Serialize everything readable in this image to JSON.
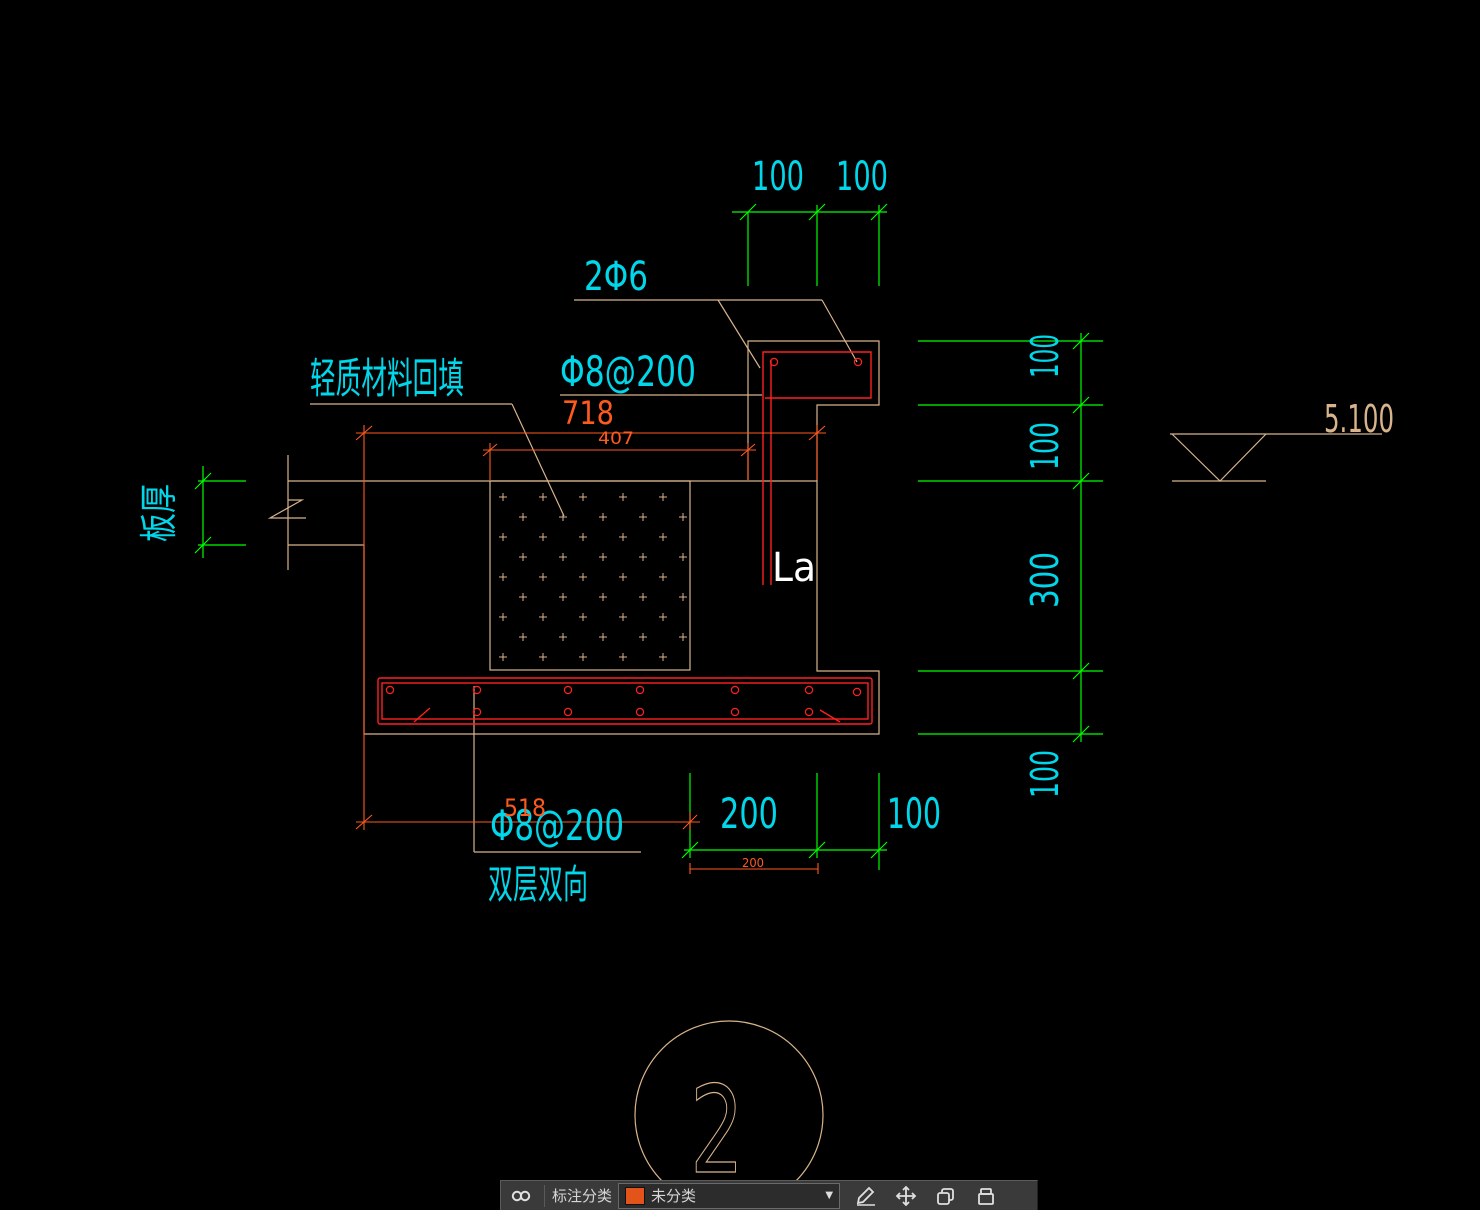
{
  "colors": {
    "background": "#000000",
    "dimension_green": "#00ff00",
    "text_cyan": "#00d7ea",
    "rebar_red": "#ff2020",
    "dim_orange": "#ff5a1e",
    "outline_tan": "#d8b48c",
    "white": "#ffffff",
    "category_swatch": "#e2541a"
  },
  "drawing": {
    "dims_top": [
      "100",
      "100"
    ],
    "dims_right": [
      "100",
      "100",
      "300",
      "100"
    ],
    "dims_bottom": [
      "200",
      "100"
    ],
    "elevation": "5.100",
    "labels": {
      "top_bar": "2Φ6",
      "stirrup": "Φ8@200",
      "fill": "轻质材料回填",
      "slab": "板厚",
      "anchor": "La",
      "bottom_bar": "Φ8@200",
      "bottom_bar_note": "双层双向"
    },
    "measure": {
      "outer": "718",
      "inner": "407",
      "bottom_left": "518",
      "bottom_right": "200"
    },
    "detail_number": "2"
  },
  "toolbar": {
    "category_label": "标注分类",
    "category_value": "未分类",
    "link_icon": "link-icon",
    "edit_icon": "edit-icon",
    "move_icon": "move-icon",
    "copy_icon": "copy-icon",
    "delete_icon": "delete-icon"
  }
}
